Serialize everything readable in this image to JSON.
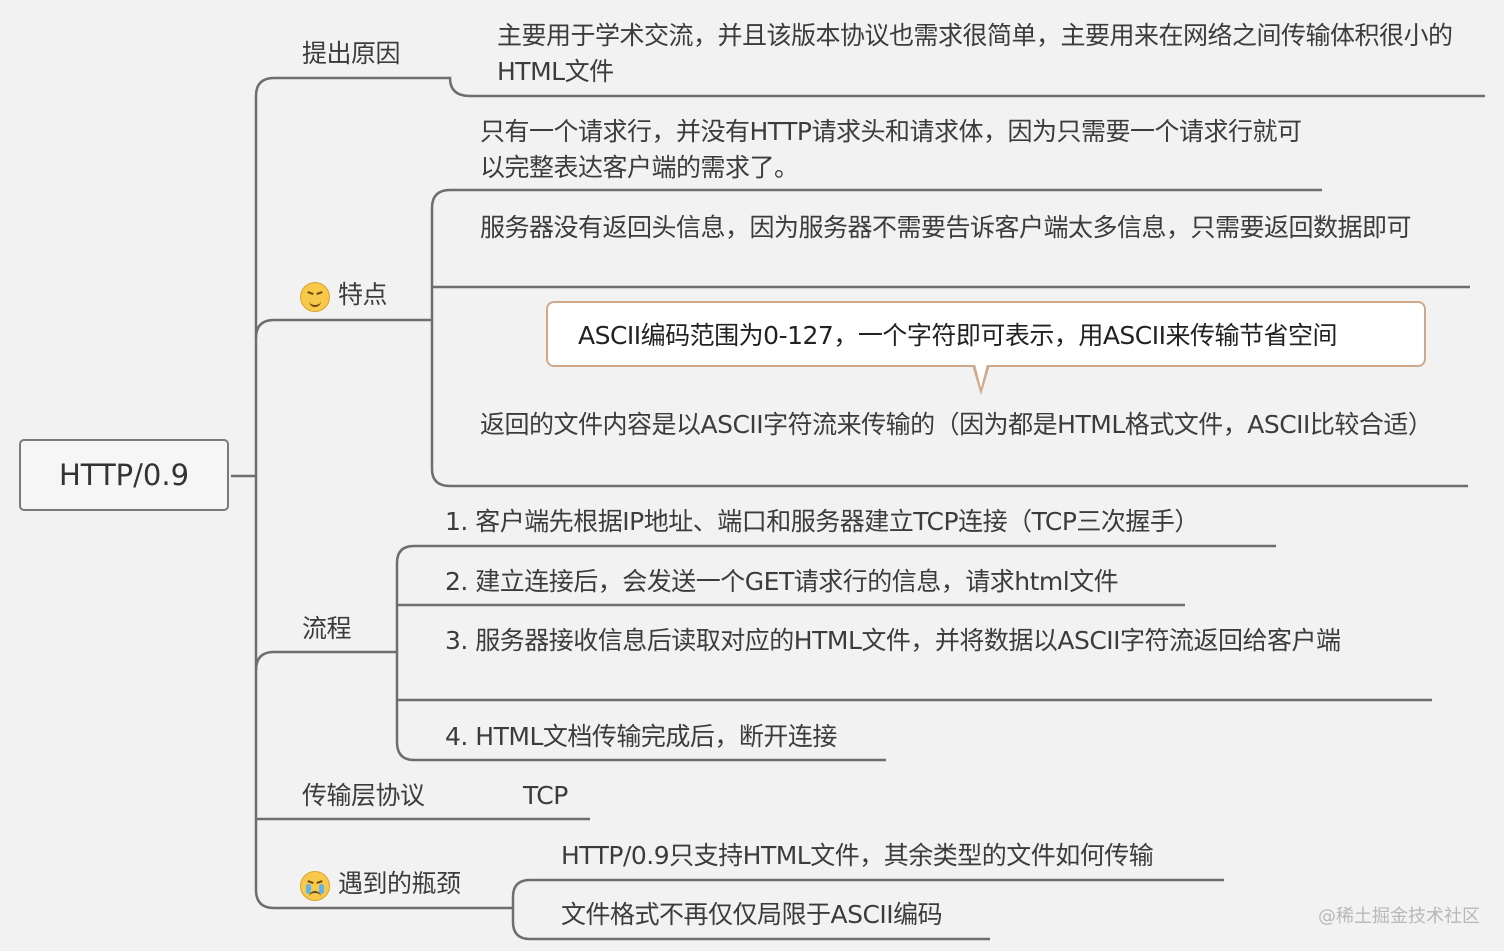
{
  "root": {
    "label": "HTTP/0.9"
  },
  "branches": {
    "reason": {
      "label": "提出原因",
      "detail": "主要用于学术交流，并且该版本协议也需求很简单，主要用来在网络之间传输体积很小的HTML文件"
    },
    "features": {
      "label": "特点",
      "icon": "grinning-face-icon",
      "items": [
        "只有一个请求行，并没有HTTP请求头和请求体，因为只需要一个请求行就可以完整表达客户端的需求了。",
        "服务器没有返回头信息，因为服务器不需要告诉客户端太多信息，只需要返回数据即可",
        "返回的文件内容是以ASCII字符流来传输的（因为都是HTML格式文件，ASCII比较合适）"
      ],
      "callout": "ASCII编码范围为0-127，一个字符即可表示，用ASCII来传输节省空间"
    },
    "process": {
      "label": "流程",
      "items": [
        "1. 客户端先根据IP地址、端口和服务器建立TCP连接（TCP三次握手）",
        "2. 建立连接后，会发送一个GET请求行的信息，请求html文件",
        "3. 服务器接收信息后读取对应的HTML文件，并将数据以ASCII字符流返回给客户端",
        "4. HTML文档传输完成后，断开连接"
      ]
    },
    "transport": {
      "label": "传输层协议",
      "value": "TCP"
    },
    "bottleneck": {
      "label": "遇到的瓶颈",
      "icon": "crying-face-icon",
      "items": [
        "HTTP/0.9只支持HTML文件，其余类型的文件如何传输",
        "文件格式不再仅仅局限于ASCII编码"
      ]
    }
  },
  "watermark": "@稀土掘金技术社区",
  "colors": {
    "line": "#6e6e6e",
    "background": "#f2f2f2",
    "callout_border": "#cfa98a",
    "emoji": "#f7c84a"
  }
}
